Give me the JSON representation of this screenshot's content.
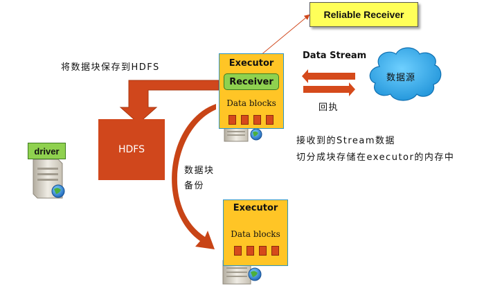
{
  "reliable_receiver": "Reliable Receiver",
  "save_to_hdfs": "将数据块保存到HDFS",
  "hdfs": "HDFS",
  "driver": "driver",
  "executor_top": {
    "title": "Executor",
    "receiver": "Receiver",
    "data_blocks": "Data blocks"
  },
  "executor_bottom": {
    "title": "Executor",
    "data_blocks": "Data blocks"
  },
  "data_stream": "Data Stream",
  "data_source": "数据源",
  "ack": "回执",
  "backup": [
    "数据块",
    "备份"
  ],
  "receive_desc": [
    "接收到的Stream数据",
    "切分成块存储在executor的内存中"
  ],
  "colors": {
    "block_orange": "#d54a1b",
    "executor_yellow": "#ffc526",
    "receiver_green": "#8fd14f",
    "cloud_blue": "#2ea7ea",
    "hdfs_red": "#d0471c"
  }
}
